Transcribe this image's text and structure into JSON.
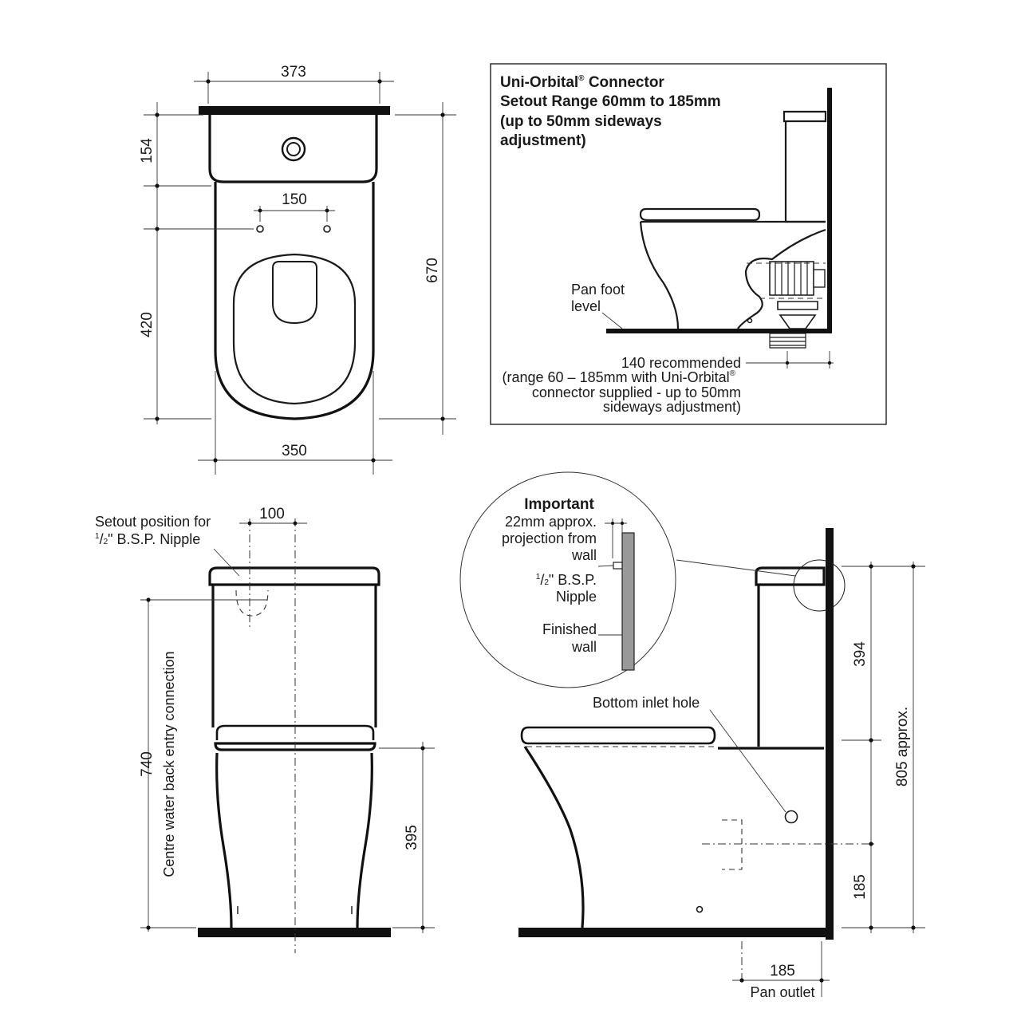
{
  "dims": {
    "top_width": "373",
    "cistern_depth": "154",
    "fixing_spacing": "150",
    "pan_length": "420",
    "overall_depth": "670",
    "pan_width": "350",
    "inlet_offset": "100",
    "inlet_height": "740",
    "pan_height": "395",
    "cistern_height": "394",
    "overall_height": "805 approx.",
    "outlet_height": "185",
    "outlet_setout": "185"
  },
  "labels": {
    "setout_line1": "Setout position for",
    "setout_frac_num": "1",
    "setout_frac_den": "2",
    "setout_line2": "\" B.S.P. Nipple",
    "centre_water": "Centre water back entry connection",
    "bottom_inlet": "Bottom inlet hole",
    "pan_outlet": "Pan outlet"
  },
  "connector_box": {
    "title_1a": "Uni-Orbital",
    "title_1reg": "®",
    "title_1b": " Connector",
    "title_2": "Setout Range 60mm to 185mm",
    "title_3": "(up to 50mm sideways",
    "title_4": "adjustment)",
    "pan_foot_1": "Pan foot",
    "pan_foot_2": "level",
    "note_1": "140 recommended",
    "note_2a": "(range 60 – 185mm with Uni-Orbital",
    "note_2reg": "®",
    "note_3": "connector supplied - up to 50mm",
    "note_4": "sideways adjustment)"
  },
  "detail": {
    "important": "Important",
    "proj_1": "22mm approx.",
    "proj_2": "projection from",
    "proj_3": "wall",
    "nipple_num": "1",
    "nipple_den": "2",
    "nipple_1": "\" B.S.P.",
    "nipple_2": "Nipple",
    "finished_1": "Finished",
    "finished_2": "wall"
  }
}
